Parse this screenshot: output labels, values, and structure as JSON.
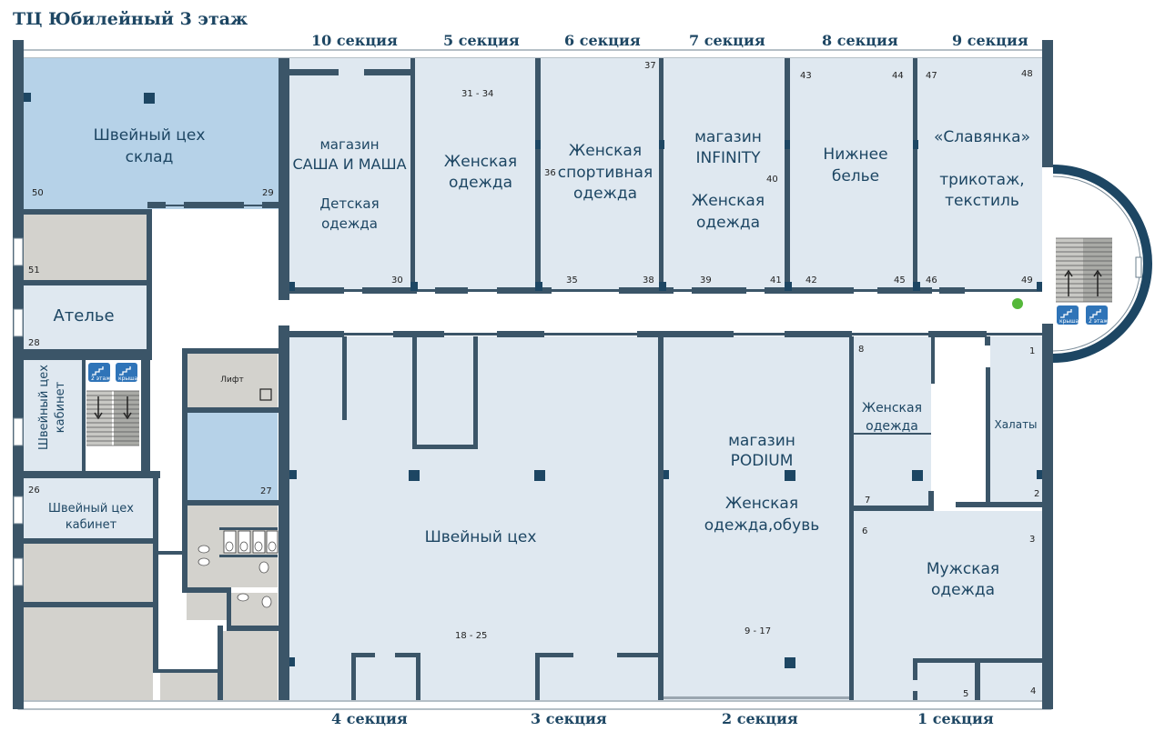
{
  "header": {
    "title": "ТЦ Юбилейный 3 этаж"
  },
  "sections_top": [
    {
      "id": "s10",
      "label": "10 секция"
    },
    {
      "id": "s5",
      "label": "5 секция"
    },
    {
      "id": "s6",
      "label": "6 секция"
    },
    {
      "id": "s7",
      "label": "7 секция"
    },
    {
      "id": "s8",
      "label": "8 секция"
    },
    {
      "id": "s9",
      "label": "9 секция"
    }
  ],
  "sections_bottom": [
    {
      "id": "s4",
      "label": "4 секция"
    },
    {
      "id": "s3",
      "label": "3 секция"
    },
    {
      "id": "s2",
      "label": "2 секция"
    },
    {
      "id": "s1",
      "label": "1 секция"
    }
  ],
  "rooms": {
    "sewing_warehouse": [
      "Швейный цех",
      "склад"
    ],
    "sasha_masha": [
      "магазин",
      "САША И МАША",
      "Детская",
      "одежда"
    ],
    "womens_5": [
      "Женская",
      "одежда"
    ],
    "sport_6": [
      "Женская",
      "спортивная",
      "одежда"
    ],
    "infinity": [
      "магазин",
      "INFINITY",
      "Женская",
      "одежда"
    ],
    "lingerie": [
      "Нижнее",
      "белье"
    ],
    "slavyanka": [
      "«Славянка»",
      "трикотаж,",
      "текстиль"
    ],
    "atelier": [
      "Ателье"
    ],
    "sewing_cabinet_vert": [
      "Швейный цех",
      "кабинет"
    ],
    "sewing_cabinet": [
      "Швейный цех",
      "кабинет"
    ],
    "elevator": [
      "Лифт"
    ],
    "sewing_main": [
      "Швейный цех"
    ],
    "podium": [
      "магазин",
      "PODIUM",
      "Женская",
      "одежда,обувь"
    ],
    "womens_8": [
      "Женская",
      "одежда"
    ],
    "robes": [
      "Халаты"
    ],
    "mens": [
      "Мужская",
      "одежда"
    ]
  },
  "numbers": {
    "n50": "50",
    "n29": "29",
    "n51": "51",
    "n28": "28",
    "n26": "26",
    "n27": "27",
    "n30": "30",
    "n3134": "31 - 34",
    "n36": "36",
    "n35": "35",
    "n37": "37",
    "n38": "38",
    "n39": "39",
    "n40": "40",
    "n41": "41",
    "n43": "43",
    "n44": "44",
    "n42": "42",
    "n45": "45",
    "n47": "47",
    "n48": "48",
    "n46": "46",
    "n49": "49",
    "n1825": "18 - 25",
    "n917": "9 - 17",
    "n8": "8",
    "n7": "7",
    "n1": "1",
    "n2": "2",
    "n6": "6",
    "n3": "3",
    "n5": "5",
    "n4": "4"
  },
  "icons": {
    "stairs_left_a": "2 этаж",
    "stairs_left_b": "крыша",
    "stairs_right_a": "крыша",
    "stairs_right_b": "2 этаж"
  },
  "colors": {
    "wall": "#3b5568",
    "shop": "#dfe8f0",
    "accent": "#b6d2e8",
    "service": "#d3d2cd",
    "text": "#1d4663",
    "icon": "#2f74b8",
    "marker": "#55b83a"
  }
}
